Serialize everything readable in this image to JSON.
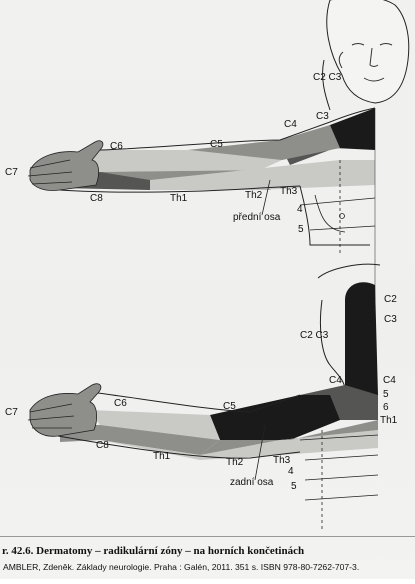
{
  "diagram": {
    "top_view": {
      "arm_labels": {
        "c6": "C6",
        "c5": "C5",
        "c7": "C7",
        "c8": "C8",
        "th1": "Th1",
        "th2": "Th2",
        "th3": "Th3",
        "c4": "C4",
        "neck": "C2 C3",
        "c3": "C3",
        "n4": "4",
        "n5": "5"
      },
      "axis_label": "přední osa"
    },
    "bottom_view": {
      "arm_labels": {
        "c6": "C6",
        "c5": "C5",
        "c7": "C7",
        "c8": "C8",
        "th1": "Th1",
        "th2": "Th2",
        "th3": "Th3",
        "n4": "4",
        "n5": "5",
        "c4_left": "C4",
        "neck": "C2 C3",
        "right_c2": "C2",
        "right_c3": "C3",
        "right_c4": "C4",
        "right_5": "5",
        "right_6": "6",
        "right_th1": "Th1"
      },
      "axis_label": "zadní osa"
    }
  },
  "caption": "r. 42.6. Dermatomy – radikulární zóny – na horních končetinách",
  "source": "AMBLER, Zdeněk. Základy neurologie. Praha : Galén, 2011. 351 s. ISBN 978-80-7262-707-3.",
  "colors": {
    "background": "#efefed",
    "light_gray": "#c9c9c6",
    "mid_gray": "#8e8e8b",
    "dark_gray": "#555553",
    "black": "#1a1a1a",
    "line": "#222222"
  }
}
